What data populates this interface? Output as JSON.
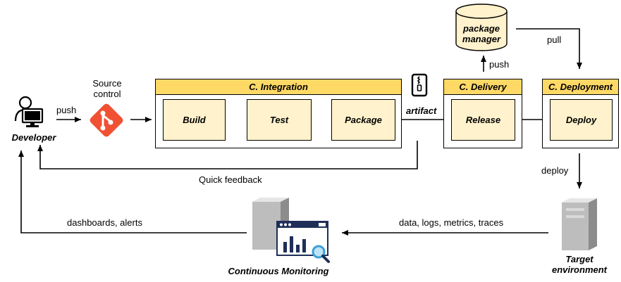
{
  "nodes": {
    "developer": "Developer",
    "source_control": [
      "Source",
      "control"
    ],
    "ci": {
      "title": "C. Integration",
      "steps": [
        "Build",
        "Test",
        "Package"
      ]
    },
    "cd": {
      "title": "C. Delivery",
      "step": "Release"
    },
    "deploy_stage": {
      "title": "C. Deployment",
      "step": "Deploy"
    },
    "package_manager": [
      "package",
      "manager"
    ],
    "target": [
      "Target",
      "environment"
    ],
    "monitoring": "Continuous Monitoring"
  },
  "edges": {
    "push_dev": "push",
    "artifact": "artifact",
    "push_pm": "push",
    "pull": "pull",
    "quick_feedback": "Quick feedback",
    "deploy": "deploy",
    "telemetry": "data, logs, metrics, traces",
    "dashboards": "dashboards, alerts"
  },
  "colors": {
    "header": "#ffd966",
    "step_fill": "#fff2cc",
    "git_orange": "#f05133",
    "server_gray": "#9a9a9a",
    "monitor_navy": "#1f2f5a",
    "magnifier_blue": "#3aa0d8"
  },
  "icons": [
    "user-icon",
    "git-icon",
    "zip-file-icon",
    "database-icon",
    "server-icon",
    "monitoring-icon"
  ]
}
